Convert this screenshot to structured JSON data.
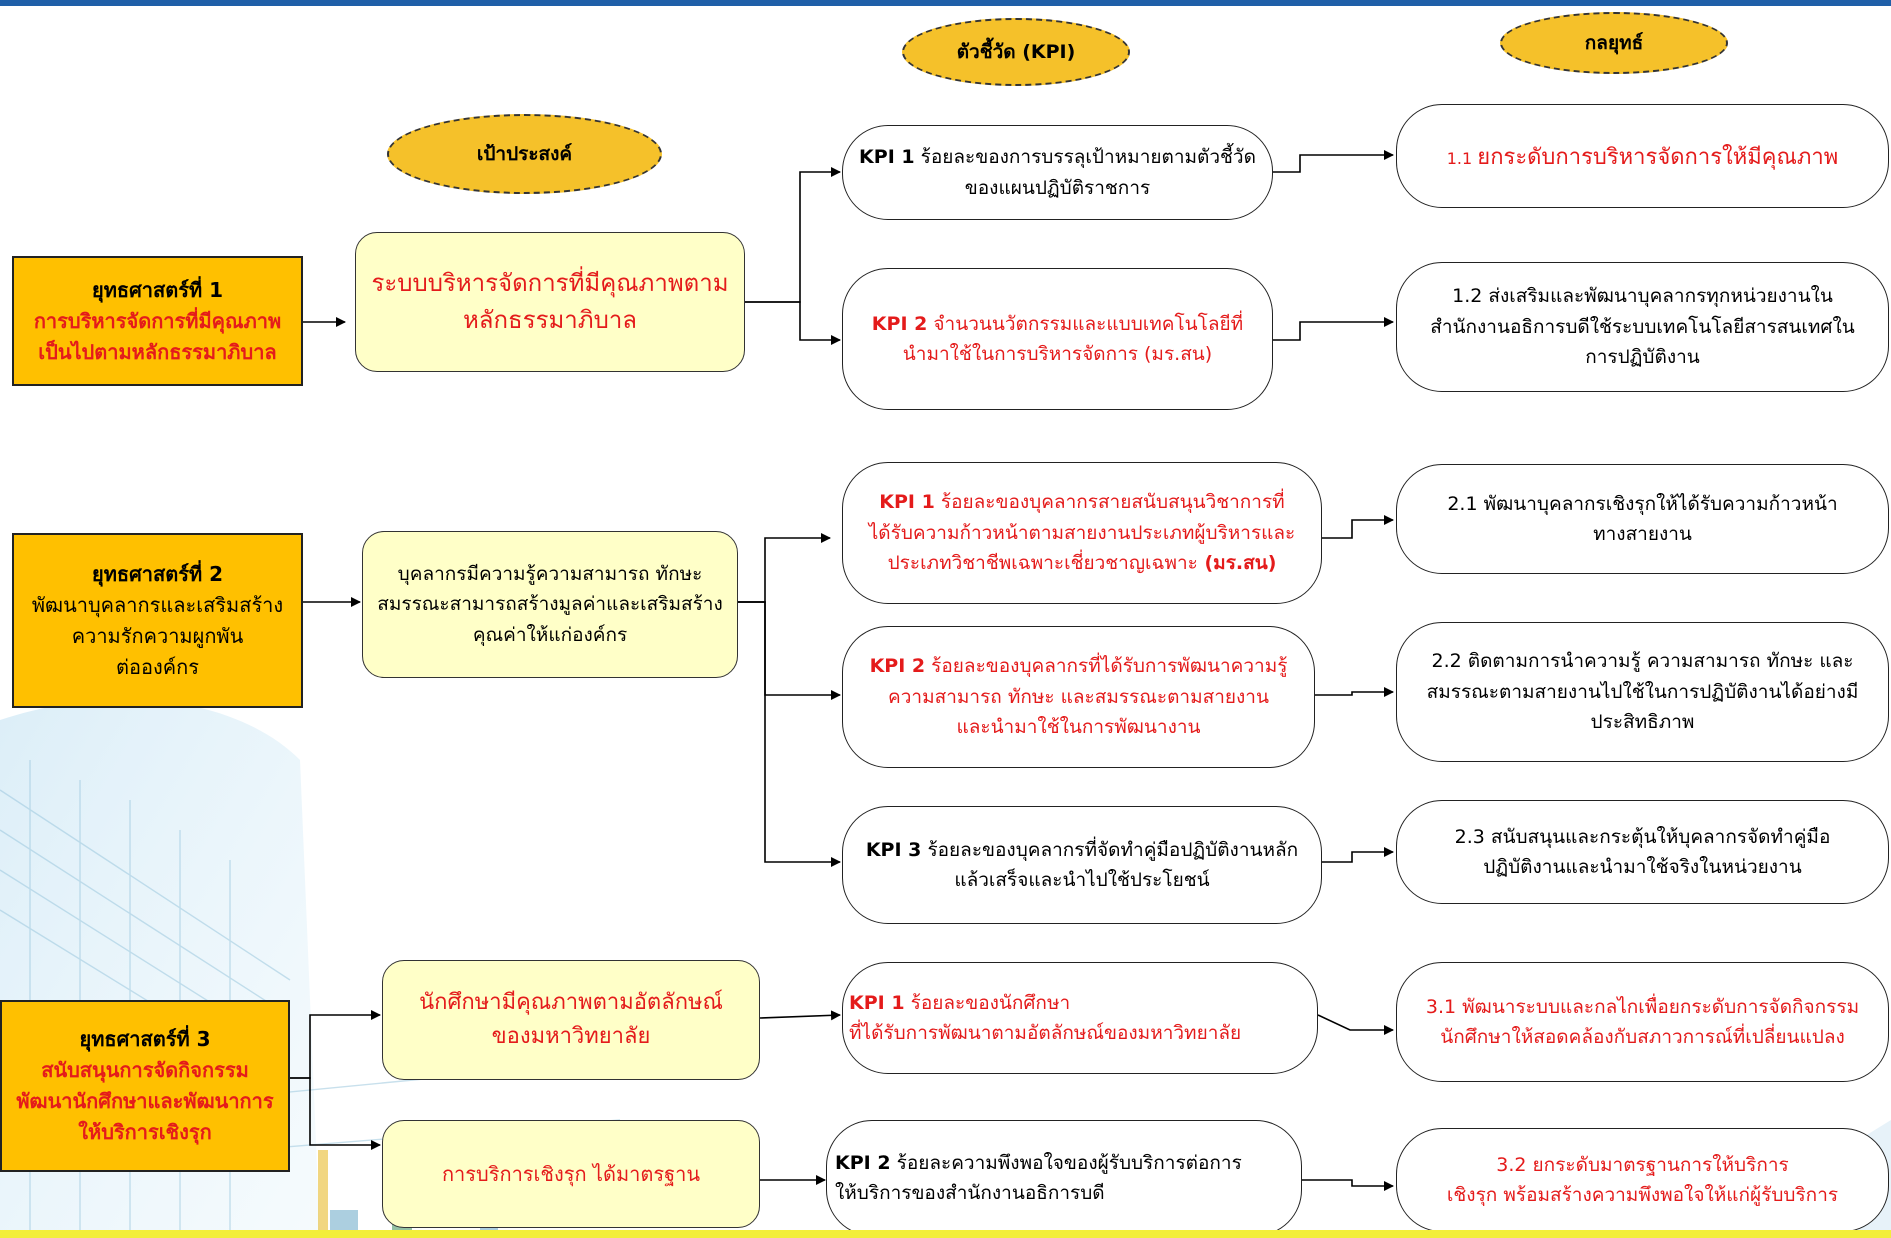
{
  "headers": {
    "goal": "เป้าประสงค์",
    "kpi": "ตัวชี้วัด (KPI)",
    "strategy": "กลยุทธ์"
  },
  "strategic_issues": [
    {
      "title": "ยุทธศาสตร์ที่ 1",
      "lines": [
        "การบริหารจัดการที่มีคุณภาพ",
        "เป็นไปตามหลักธรรมาภิบาล"
      ]
    },
    {
      "title": "ยุทธศาสตร์ที่ 2",
      "lines": [
        "พัฒนาบุคลากรและเสริมสร้าง",
        "ความรักความผูกพัน",
        "ต่อองค์กร"
      ]
    },
    {
      "title": "ยุทธศาสตร์ที่ 3",
      "lines": [
        "สนับสนุนการจัดกิจกรรม",
        "พัฒนานักศึกษาและพัฒนาการ",
        "ให้บริการเชิงรุก"
      ]
    }
  ],
  "goals": [
    {
      "lines": [
        "ระบบบริหารจัดการที่มีคุณภาพตาม",
        "หลักธรรมาภิบาล"
      ]
    },
    {
      "lines": [
        "บุคลากรมีความรู้ความสามารถ ทักษะ",
        "สมรรณะสามารถสร้างมูลค่าและเสริมสร้าง",
        "คุณค่าให้แก่องค์กร"
      ]
    },
    {
      "lines": [
        "นักศึกษามีคุณภาพตามอัตลักษณ์",
        "ของมหาวิทยาลัย"
      ]
    },
    {
      "lines": [
        "การบริการเชิงรุก ได้มาตรฐาน"
      ]
    }
  ],
  "kpis": [
    {
      "code": "KPI 1",
      "first": "ร้อยละของการบรรลุเป้าหมายตามตัวชี้วัด",
      "rest": [
        "ของแผนปฏิบัติราชการ"
      ]
    },
    {
      "code": "KPI 2",
      "first": " จำนวนนวัตกรรมและแบบเทคโนโลยีที่",
      "rest": [
        "นำมาใช้ในการบริหารจัดการ (มร.สน)"
      ]
    },
    {
      "code": "KPI 1",
      "first": "ร้อยละของบุคลากรสายสนับสนุนวิชาการที่",
      "rest": [
        "ได้รับความก้าวหน้าตามสายงานประเภทผู้บริหารและ",
        "ประเภทวิชาชีพเฉพาะเชี่ยวชาญเฉพาะ"
      ],
      "suffix": " (มร.สน)"
    },
    {
      "code": "KPI 2",
      "first": "ร้อยละของบุคลากรที่ได้รับการพัฒนาความรู้",
      "rest": [
        "ความสามารถ ทักษะ และสมรรณะตามสายงาน",
        "และนำมาใช้ในการพัฒนางาน"
      ]
    },
    {
      "code": "KPI 3",
      "first": "ร้อยละของบุคลากรที่จัดทำคู่มือปฏิบัติงานหลัก",
      "rest": [
        "แล้วเสร็จและนำไปใช้ประโยชน์"
      ]
    },
    {
      "code": "KPI 1",
      "first": "ร้อยละของนักศึกษา",
      "rest": [
        "ที่ได้รับการพัฒนาตามอัตลักษณ์ของมหาวิทยาลัย"
      ]
    },
    {
      "code": "KPI 2",
      "first": "ร้อยละความพึงพอใจของผู้รับบริการต่อการ",
      "rest": [
        "ให้บริการของสำนักงานอธิการบดี"
      ]
    }
  ],
  "strategies": [
    {
      "code": "1.1",
      "lines": [
        "ยกระดับการบริหารจัดการให้มีคุณภาพ"
      ]
    },
    {
      "lines": [
        "1.2 ส่งเสริมและพัฒนาบุคลากรทุกหน่วยงานใน",
        "สำนักงานอธิการบดีใช้ระบบเทคโนโลยีสารสนเทศใน",
        "การปฏิบัติงาน"
      ]
    },
    {
      "lines": [
        "2.1 พัฒนาบุคลากรเชิงรุกให้ได้รับความก้าวหน้า",
        "ทางสายงาน"
      ]
    },
    {
      "lines": [
        "2.2 ติดตามการนำความรู้ ความสามารถ ทักษะ และ",
        "สมรรณะตามสายงานไปใช้ในการปฏิบัติงานได้อย่างมี",
        "ประสิทธิภาพ"
      ]
    },
    {
      "lines": [
        "2.3 สนับสนุนและกระตุ้นให้บุคลากรจัดทำคู่มือ",
        "ปฏิบัติงานและนำมาใช้จริงในหน่วยงาน"
      ]
    },
    {
      "lines": [
        "3.1 พัฒนาระบบและกลไกเพื่อยกระดับการจัดกิจกรรม",
        "นักศึกษาให้สอดคล้องกับสภาวการณ์ที่เปลี่ยนแปลง"
      ]
    },
    {
      "lines": [
        "3.2 ยกระดับมาตรฐานการให้บริการ",
        "เชิงรุก พร้อมสร้างความพึงพอใจให้แก่ผู้รับบริการ"
      ]
    }
  ],
  "colors": {
    "accent_red": "#e41b1b",
    "strategy_fill": "#ffc000",
    "goal_fill": "#ffffc8",
    "header_oval": "#f5c12a",
    "top_bar": "#1f5fa8"
  }
}
